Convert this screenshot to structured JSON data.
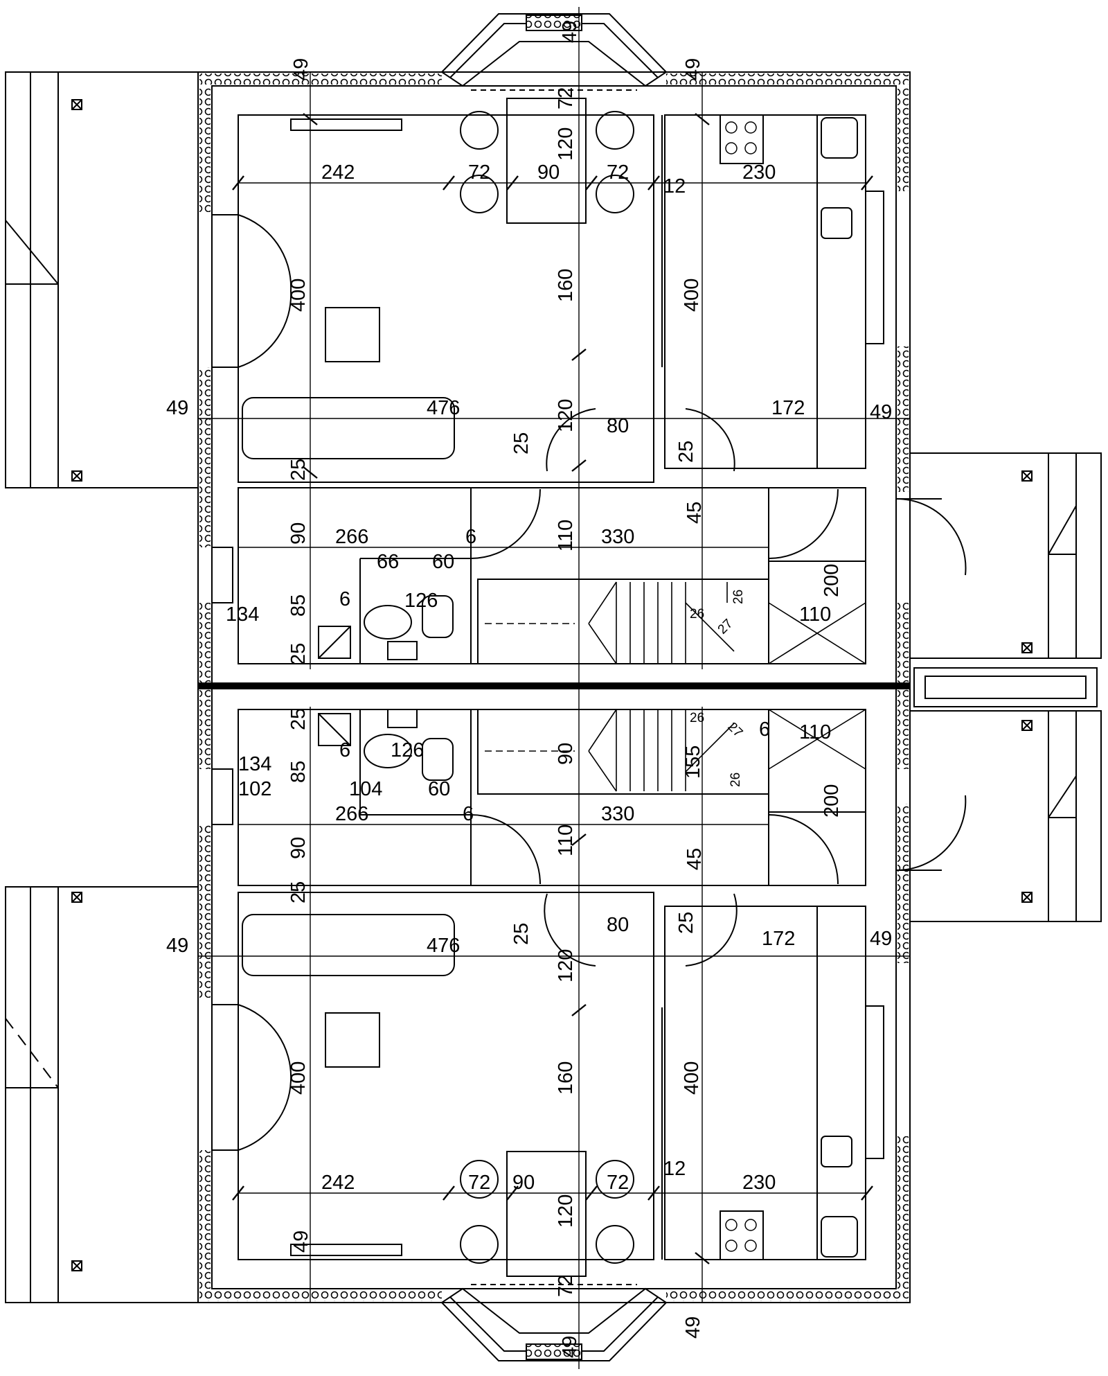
{
  "plan": {
    "colors": {
      "line": "#000000",
      "background": "#ffffff"
    },
    "dimensions": {
      "top": {
        "top_bay": "49",
        "bay_depth": "72",
        "bay_table": "120",
        "living_width": "242",
        "chair_a": "72",
        "table_w": "90",
        "chair_b": "72",
        "kitchen_gap": "12",
        "kitchen_width": "230",
        "living_depth": "400",
        "axis_160": "160",
        "kitchen_depth": "400",
        "wall_left": "49",
        "wall_right_top": "49",
        "sofa_len": "476",
        "axis_120": "120",
        "door_80": "80",
        "wall_25_left": "25",
        "wall_25_mid": "25",
        "kitchen_172": "172",
        "wall_49_right": "49",
        "wall_25_a": "25",
        "hall_90": "90",
        "bath_266": "266",
        "wall_6": "6",
        "bath_66": "66",
        "bath_60": "60",
        "axis_110": "110",
        "hall_330": "330",
        "hall_45": "45",
        "hall_200": "200",
        "bath_85": "85",
        "bath_6b": "6",
        "bath_126": "126",
        "bath_134": "134",
        "wall_25_b": "25",
        "stair_26a": "26",
        "stair_26b": "26",
        "stair_27": "27",
        "store_110": "110"
      },
      "bottom": {
        "wall_25_a": "25",
        "stair_26a": "26",
        "stair_27": "27",
        "wall_6": "6",
        "store_110": "110",
        "bath_6": "6",
        "bath_126": "126",
        "stair_90": "90",
        "bath_134": "134",
        "bath_85": "85",
        "stair_155": "155",
        "stair_26b": "26",
        "bath_102": "102",
        "bath_104": "104",
        "bath_60": "60",
        "bath_266": "266",
        "wall_6b": "6",
        "hall_330": "330",
        "hall_200": "200",
        "hall_90": "90",
        "axis_110": "110",
        "hall_45": "45",
        "wall_25_b": "25",
        "wall_25_c": "25",
        "door_80": "80",
        "wall_25_d": "25",
        "kitchen_172": "172",
        "wall_49_left": "49",
        "sofa_len": "476",
        "axis_120": "120",
        "wall_49_right": "49",
        "living_depth": "400",
        "axis_160": "160",
        "kitchen_depth": "400",
        "kitchen_gap": "12",
        "living_width": "242",
        "chair_a": "72",
        "table_w": "90",
        "chair_b": "72",
        "kitchen_width": "230",
        "bay_table": "120",
        "wall_49_bl": "49",
        "bay_depth": "72",
        "bottom_bay": "49",
        "wall_49_br": "49"
      }
    }
  }
}
